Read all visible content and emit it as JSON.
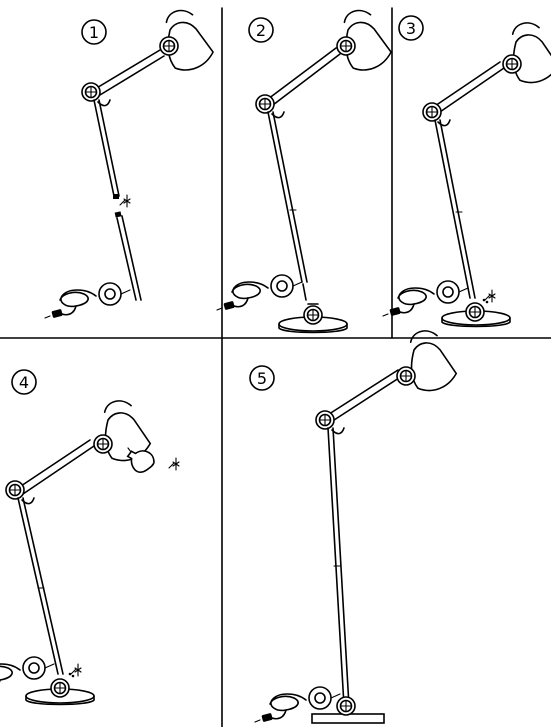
{
  "steps": [
    {
      "label": "1",
      "description_marker": "step-1"
    },
    {
      "label": "2",
      "description_marker": "step-2"
    },
    {
      "label": "3",
      "description_marker": "step-3"
    },
    {
      "label": "4",
      "description_marker": "step-4"
    },
    {
      "label": "5",
      "description_marker": "step-5"
    }
  ],
  "colors": {
    "line": "#000000",
    "background": "#ffffff"
  }
}
